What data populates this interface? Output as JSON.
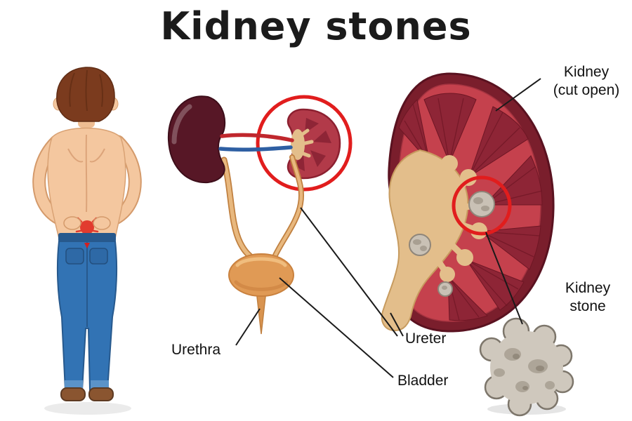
{
  "title": "Kidney stones",
  "labels": {
    "kidney_cut_open": "Kidney\n(cut open)",
    "ureter": "Ureter",
    "bladder": "Bladder",
    "urethra": "Urethra",
    "kidney_stone": "Kidney\nstone"
  },
  "colors": {
    "accent_red": "#e11d1d",
    "pain_red": "#e23b2e",
    "kidney_dark": "#571726",
    "kidney_outer": "#7a1e2c",
    "kidney_cortex": "#c5414d",
    "pyramid": "#8e2536",
    "pelvis_tan": "#e3be8b",
    "ureter_tan": "#e8b87e",
    "bladder_orange": "#e09a55",
    "stone_gray": "#cfc8bd",
    "skin": "#f4c79f",
    "jeans_blue": "#3273b4",
    "hair_brown": "#7b3b1e",
    "line_black": "#1a1a1a"
  }
}
